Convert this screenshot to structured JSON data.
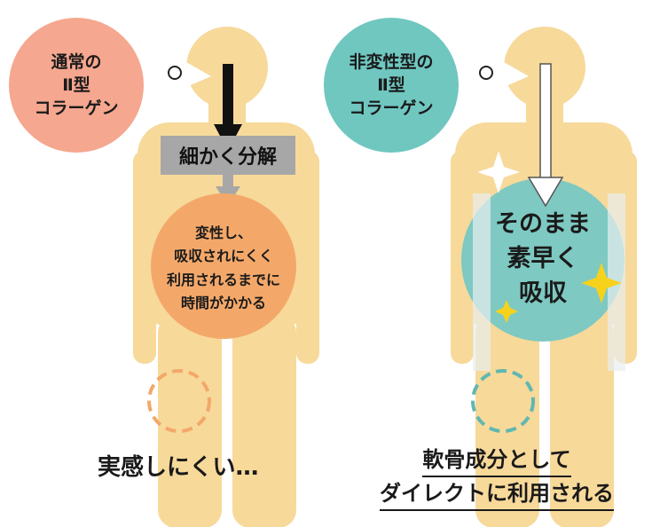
{
  "left": {
    "bubble_lines": [
      "通常の",
      "Ⅱ型",
      "コラーゲン"
    ],
    "process_label": "細かく分解",
    "circle_lines": [
      "変性し、",
      "吸収されにくく",
      "利用されるまでに",
      "時間がかかる"
    ],
    "caption": "実感しにくい…"
  },
  "right": {
    "bubble_lines": [
      "非変性型の",
      "Ⅱ型",
      "コラーゲン"
    ],
    "circle_lines": [
      "そのまま",
      "素早く",
      "吸収"
    ],
    "caption_lines": [
      "軟骨成分として",
      "ダイレクトに利用される"
    ]
  },
  "colors": {
    "body": "#f7d99a",
    "left_bubble": "#f5a78f",
    "right_bubble": "#6fc7c0",
    "left_circle": "#f3a86a",
    "right_circle": "#7ec9c2",
    "arrow_left": "#111111",
    "process_box": "#a7a7a7",
    "sparkle": "#f6d21c"
  }
}
